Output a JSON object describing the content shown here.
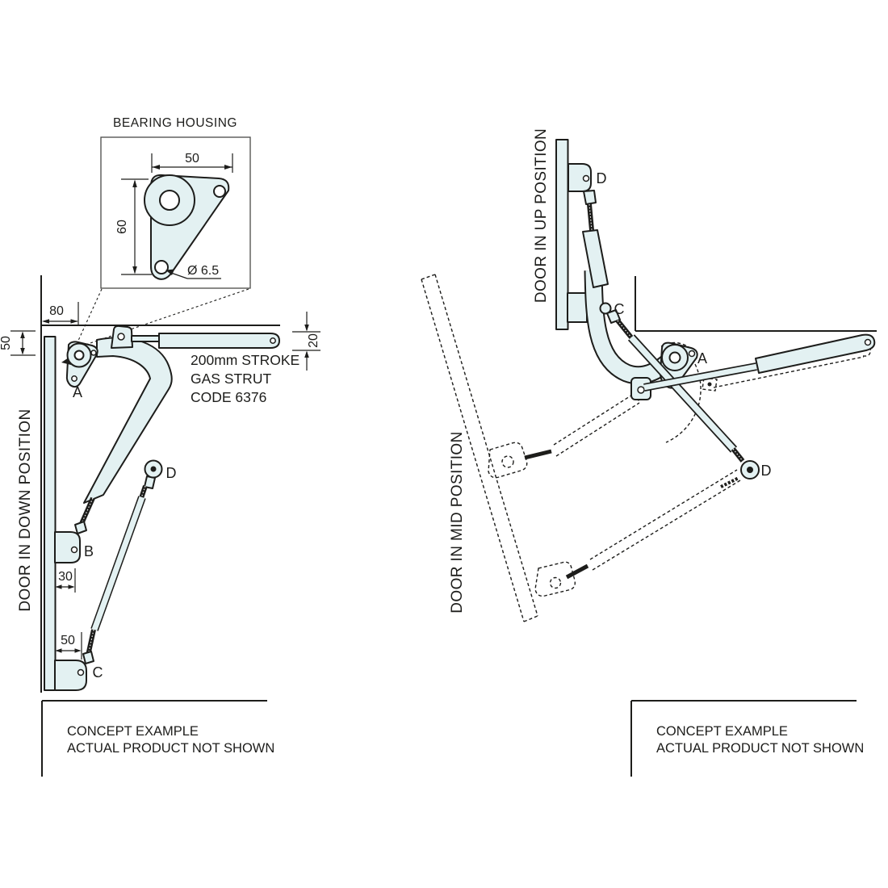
{
  "colors": {
    "line": "#1d1d1b",
    "fill": "#e3f1f2",
    "text": "#1d1d1b",
    "background": "#ffffff"
  },
  "detail_view": {
    "title": "BEARING HOUSING",
    "width_dim": "50",
    "height_dim": "60",
    "hole_dim": "Ø 6.5"
  },
  "down_view": {
    "side_label": "DOOR IN DOWN POSITION",
    "dims": {
      "wall_offset": "80",
      "top_offset": "50",
      "strut_thickness": "20",
      "bracket_b_inset": "30",
      "bracket_c_inset": "50"
    },
    "strut_note": {
      "line1": "200mm STROKE",
      "line2": "GAS STRUT",
      "line3": "CODE 6376"
    },
    "point_labels": {
      "a": "A",
      "b": "B",
      "c": "C",
      "d": "D"
    },
    "footer": {
      "line1": "CONCEPT EXAMPLE",
      "line2": "ACTUAL PRODUCT NOT SHOWN"
    }
  },
  "up_view": {
    "side_label_up": "DOOR IN UP POSITION",
    "side_label_mid": "DOOR IN MID POSITION",
    "point_labels": {
      "d_top": "D",
      "c": "C",
      "a": "A",
      "d_pivot": "D"
    },
    "footer": {
      "line1": "CONCEPT EXAMPLE",
      "line2": "ACTUAL PRODUCT NOT SHOWN"
    }
  }
}
